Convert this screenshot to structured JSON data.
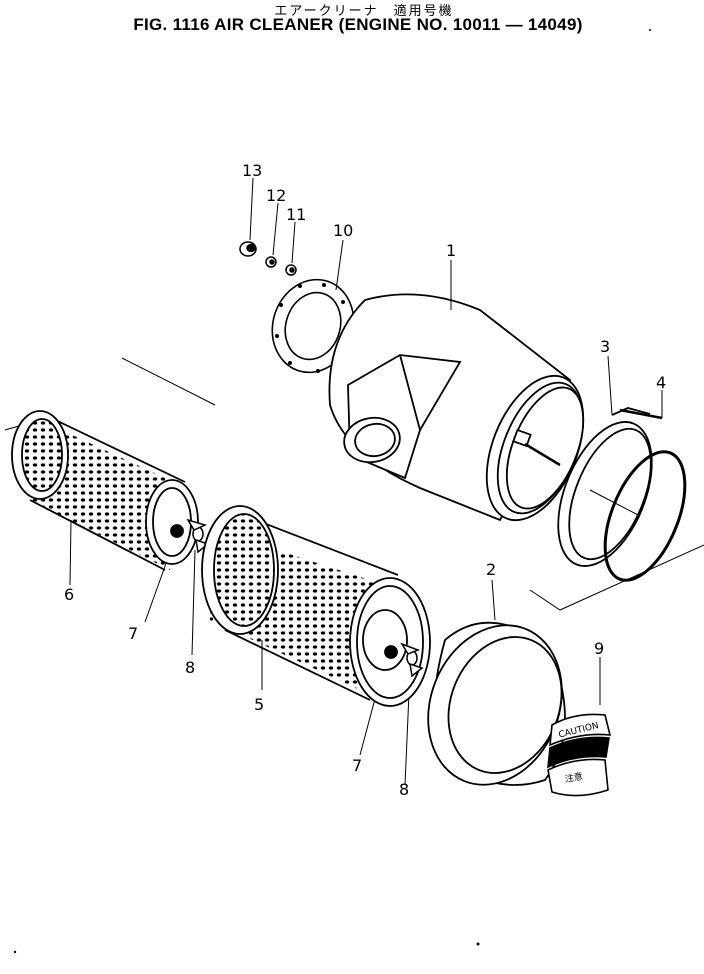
{
  "header": {
    "subtitle": "エアークリーナ　適用号機",
    "title": "FIG. 1116  AIR CLEANER (ENGINE NO. 10011 — 14049)"
  },
  "callouts": [
    "1",
    "2",
    "3",
    "4",
    "5",
    "6",
    "7",
    "8",
    "9",
    "10",
    "11",
    "12",
    "13"
  ],
  "decal": {
    "line1": "CAUTION",
    "line2": "注意"
  },
  "colors": {
    "ink": "#000000",
    "paper": "#ffffff"
  }
}
